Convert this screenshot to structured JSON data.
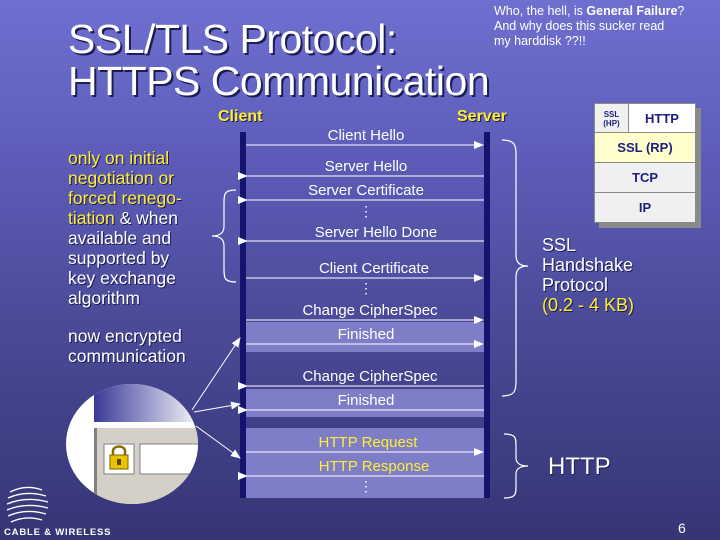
{
  "slide": {
    "title_line1": "SSL/TLS Protocol:",
    "title_line2": "HTTPS Communication",
    "joke": {
      "line1_prefix": "Who, the hell, is ",
      "line1_bold": "General Failure",
      "line1_suffix": "?",
      "line2": "And why does this sucker read",
      "line3": "my harddisk ??!!"
    },
    "client_label": "Client",
    "server_label": "Server",
    "left_note": {
      "line1": "only on initial",
      "line2": "negotiation or",
      "line3": "forced renego-",
      "line4_hl": "tiation",
      "line4_rest": " & when",
      "line5": "available and",
      "line6": "supported by",
      "line7": "key exchange",
      "line8": "algorithm"
    },
    "encrypted_note": {
      "line1": "now encrypted",
      "line2": "communication"
    },
    "messages": {
      "client_hello": "Client Hello",
      "server_hello": "Server Hello",
      "server_certificate": "Server Certificate",
      "ellipsis": "⋮",
      "server_hello_done": "Server Hello Done",
      "client_certificate": "Client Certificate",
      "change_cipherspec_client": "Change CipherSpec",
      "finished_client": "Finished",
      "change_cipherspec_server": "Change CipherSpec",
      "finished_server": "Finished",
      "http_request": "HTTP Request",
      "http_response": "HTTP Response"
    },
    "ssl_handshake": {
      "line1": "SSL",
      "line2": "Handshake",
      "line3": "Protocol",
      "line4": "(0.2 - 4 KB)"
    },
    "http_label": "HTTP",
    "stack": {
      "ssl_hp_line1": "SSL",
      "ssl_hp_line2": "(HP)",
      "http": "HTTP",
      "ssl_rp": "SSL (RP)",
      "tcp": "TCP",
      "ip": "IP"
    },
    "logo_text": "CABLE & WIRELESS",
    "page_number": "6"
  },
  "colors": {
    "background_top": "#6f6fd0",
    "background_bottom": "#353575",
    "highlight_yellow": "#ffee33",
    "lifeline_navy": "#14146e",
    "encrypted_band": "#7d7dc8"
  }
}
